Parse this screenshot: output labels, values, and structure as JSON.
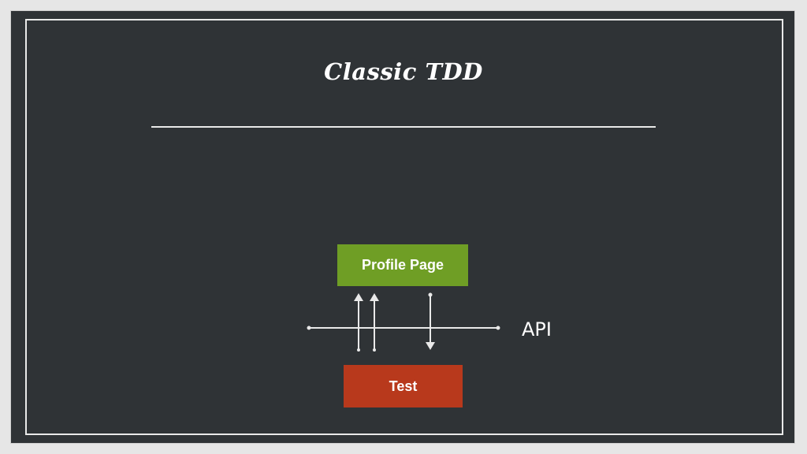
{
  "slide": {
    "title": "Classic TDD",
    "boxes": {
      "top": {
        "label": "Profile Page",
        "color": "#6f9e25"
      },
      "bottom": {
        "label": "Test",
        "color": "#b8391c"
      }
    },
    "boundary_label": "API",
    "colors": {
      "background": "#2f3336",
      "line": "#e9e9e9"
    }
  }
}
